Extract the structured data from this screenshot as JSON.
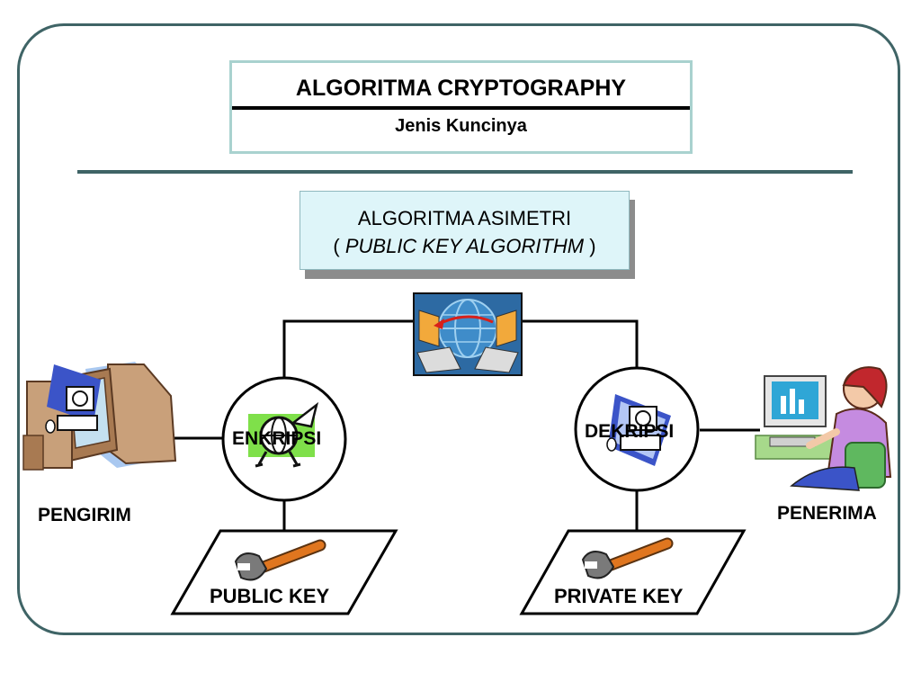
{
  "title": "ALGORITMA CRYPTOGRAPHY",
  "subtitle": "Jenis Kuncinya",
  "algorithm_box": {
    "line1": "ALGORITMA ASIMETRI",
    "line2_open": "(",
    "line2_italic": "PUBLIC KEY ALGORITHM",
    "line2_close": ")"
  },
  "nodes": {
    "encrypt": "ENKRIPSI",
    "decrypt": "DEKRIPSI",
    "sender": "PENGIRIM",
    "receiver": "PENERIMA",
    "public_key": "PUBLIC KEY",
    "private_key": "PRIVATE KEY"
  },
  "colors": {
    "frame": "#3f6466",
    "title_border": "#a9d2cf",
    "algo_fill": "#def5f9",
    "wrench": "#e0761f"
  },
  "icons": {
    "network": "network-transfer-icon",
    "encrypt": "rocket-globe-icon",
    "decrypt": "computer-icon",
    "sender": "desktop-computer-icon",
    "receiver": "woman-at-computer-icon",
    "key": "wrench-icon"
  }
}
